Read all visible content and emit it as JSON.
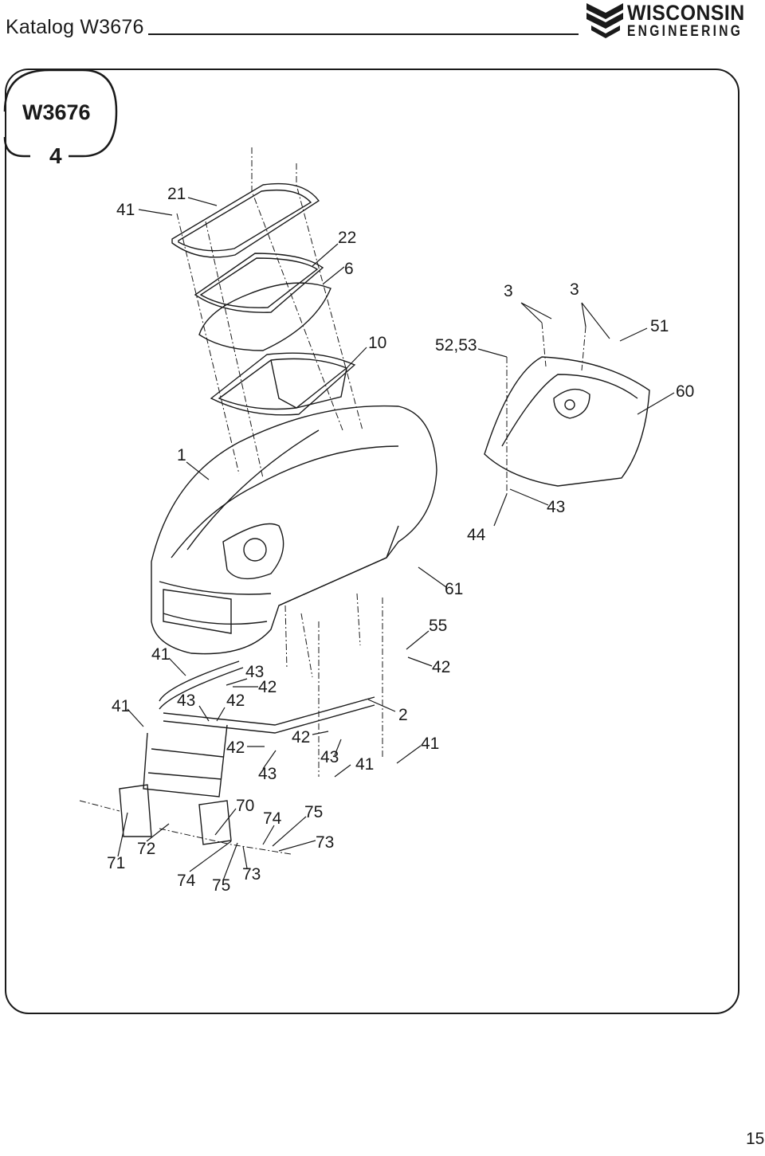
{
  "header": {
    "title": "Katalog W3676",
    "logo_line1": "WISCONSIN",
    "logo_line2": "ENGINEERING"
  },
  "badge": {
    "code": "W3676",
    "number": "4"
  },
  "page_number": "15",
  "callouts": {
    "c41a": "41",
    "c21": "21",
    "c22": "22",
    "c6": "6",
    "c10": "10",
    "c3a": "3",
    "c3b": "3",
    "c5253": "52,53",
    "c51": "51",
    "c60": "60",
    "c1": "1",
    "c44": "44",
    "c43a": "43",
    "c61": "61",
    "c55": "55",
    "c41b": "41",
    "c43b": "43",
    "c42a": "42",
    "c42b": "42",
    "c41c": "41",
    "c43c": "43",
    "c42c": "42",
    "c2": "2",
    "c42d": "42",
    "c42e": "42",
    "c41d": "41",
    "c43d": "43",
    "c41e": "41",
    "c43e": "43",
    "c70": "70",
    "c74a": "74",
    "c75a": "75",
    "c73a": "73",
    "c71": "71",
    "c72": "72",
    "c74b": "74",
    "c75b": "75",
    "c73b": "73"
  }
}
